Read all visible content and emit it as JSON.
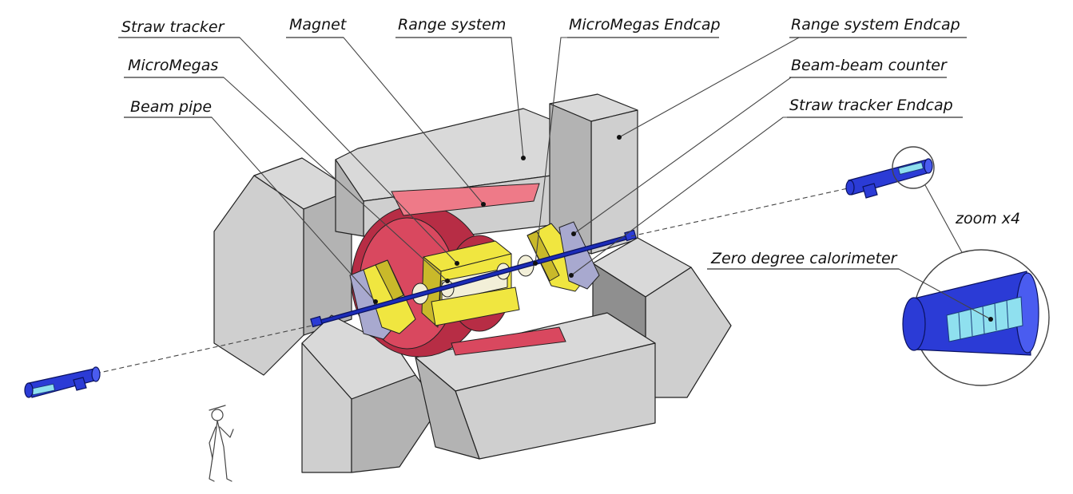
{
  "labels": {
    "straw_tracker": "Straw tracker",
    "magnet": "Magnet",
    "range_system": "Range system",
    "micromegas_endcap": "MicroMegas Endcap",
    "range_system_endcap": "Range system Endcap",
    "micromegas": "MicroMegas",
    "beam_beam_counter": "Beam-beam counter",
    "beam_pipe": "Beam pipe",
    "straw_tracker_endcap": "Straw tracker Endcap",
    "zoom": "zoom x4",
    "zero_degree_calorimeter": "Zero degree calorimeter"
  },
  "colors": {
    "range_system": "#cfcfcf",
    "magnet": "#d9485f",
    "straw_tracker": "#f0e640",
    "micromegas": "#f2efd8",
    "beam_beam_counter": "#a8a9cf",
    "beam_pipe": "#2b3bd6",
    "zero_degree_calorimeter": "#8fe0ef"
  }
}
